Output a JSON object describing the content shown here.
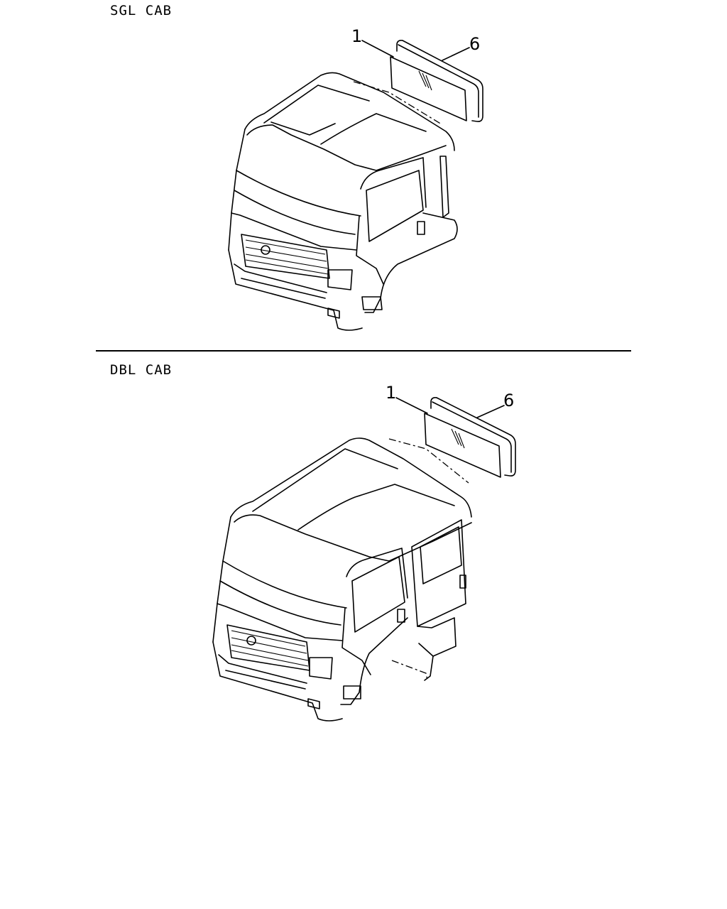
{
  "sections": [
    {
      "label": "SGL CAB",
      "callouts": {
        "glass": "1",
        "weatherstrip": "6"
      }
    },
    {
      "label": "DBL CAB",
      "callouts": {
        "glass": "1",
        "weatherstrip": "6"
      }
    }
  ]
}
